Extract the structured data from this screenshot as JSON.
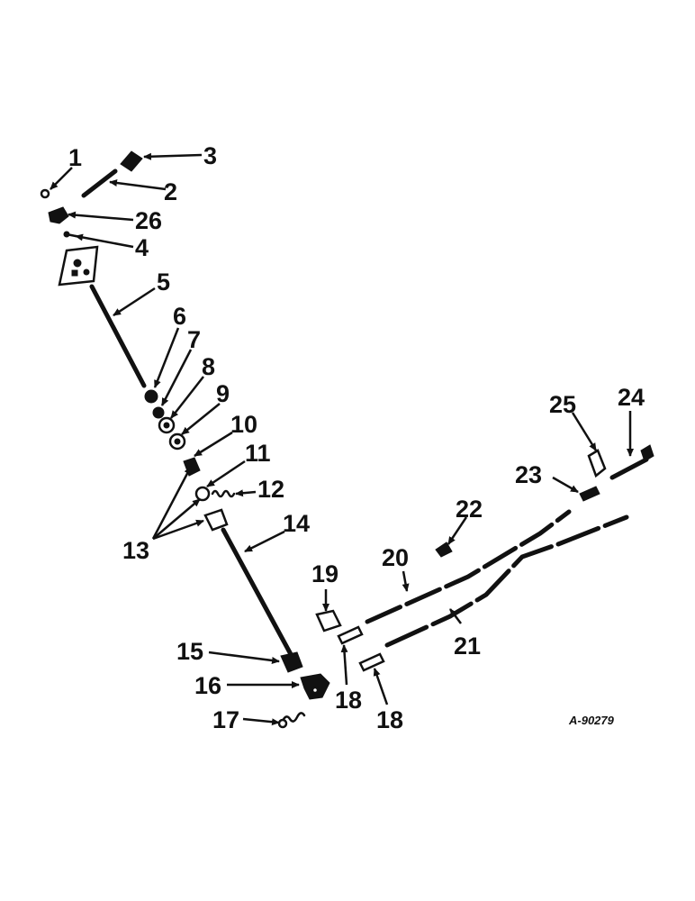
{
  "diagram": {
    "drawing_code": "A-90279",
    "callouts": {
      "c1": "1",
      "c2": "2",
      "c3": "3",
      "c4": "4",
      "c5": "5",
      "c6": "6",
      "c7": "7",
      "c8": "8",
      "c9": "9",
      "c10": "10",
      "c11": "11",
      "c12": "12",
      "c13": "13",
      "c14": "14",
      "c15": "15",
      "c16": "16",
      "c17": "17",
      "c18a": "18",
      "c18b": "18",
      "c19": "19",
      "c20": "20",
      "c21": "21",
      "c22": "22",
      "c23": "23",
      "c24": "24",
      "c25": "25",
      "c26": "26"
    },
    "colors": {
      "ink": "#111111",
      "paper": "#ffffff"
    }
  }
}
